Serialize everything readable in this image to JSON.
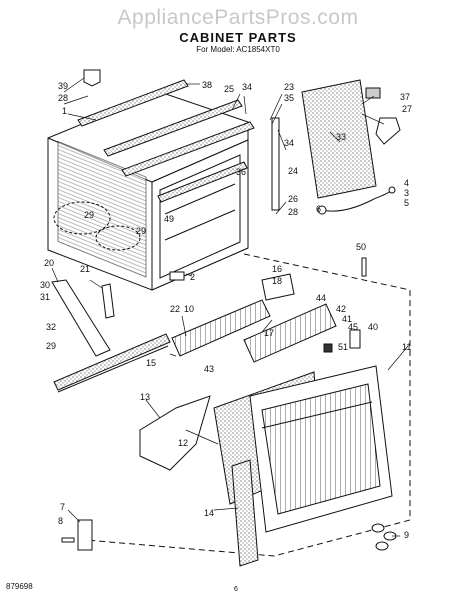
{
  "watermark": "AppliancePartsPros.com",
  "title": "CABINET PARTS",
  "model_line": "For Model: AC1854XT0",
  "figure_number": "879698",
  "page_number": "6",
  "colors": {
    "line": "#111111",
    "watermark": "#c8c8c8",
    "mesh": "#888888"
  },
  "callouts": [
    {
      "id": "39",
      "text": "39",
      "side": "left"
    },
    {
      "id": "28a",
      "text": "28",
      "side": "left"
    },
    {
      "id": "1",
      "text": "1",
      "side": "left"
    },
    {
      "id": "38",
      "text": "38",
      "side": "right"
    },
    {
      "id": "25",
      "text": "25",
      "side": "right"
    },
    {
      "id": "34a",
      "text": "34",
      "side": "right"
    },
    {
      "id": "23",
      "text": "23",
      "side": "right"
    },
    {
      "id": "35",
      "text": "35",
      "side": "right"
    },
    {
      "id": "37",
      "text": "37",
      "side": "right"
    },
    {
      "id": "27",
      "text": "27",
      "side": "right"
    },
    {
      "id": "33",
      "text": "33",
      "side": "right"
    },
    {
      "id": "34b",
      "text": "34",
      "side": "right"
    },
    {
      "id": "36",
      "text": "36",
      "side": "right"
    },
    {
      "id": "24",
      "text": "24",
      "side": "right"
    },
    {
      "id": "26",
      "text": "26",
      "side": "right"
    },
    {
      "id": "28b",
      "text": "28",
      "side": "right"
    },
    {
      "id": "6",
      "text": "6",
      "side": "right"
    },
    {
      "id": "4",
      "text": "4",
      "side": "right"
    },
    {
      "id": "3",
      "text": "3",
      "side": "right"
    },
    {
      "id": "5",
      "text": "5",
      "side": "right"
    },
    {
      "id": "49",
      "text": "49",
      "side": "right"
    },
    {
      "id": "29a",
      "text": "29",
      "side": "right"
    },
    {
      "id": "29b",
      "text": "29",
      "side": "right"
    },
    {
      "id": "2",
      "text": "2",
      "side": "right"
    },
    {
      "id": "50",
      "text": "50",
      "side": "right"
    },
    {
      "id": "20",
      "text": "20",
      "side": "left"
    },
    {
      "id": "30",
      "text": "30",
      "side": "left"
    },
    {
      "id": "31",
      "text": "31",
      "side": "left"
    },
    {
      "id": "32",
      "text": "32",
      "side": "left"
    },
    {
      "id": "29c",
      "text": "29",
      "side": "left"
    },
    {
      "id": "21",
      "text": "21",
      "side": "left"
    },
    {
      "id": "22",
      "text": "22",
      "side": "right"
    },
    {
      "id": "10",
      "text": "10",
      "side": "right"
    },
    {
      "id": "16",
      "text": "16",
      "side": "right"
    },
    {
      "id": "18",
      "text": "18",
      "side": "right"
    },
    {
      "id": "44",
      "text": "44",
      "side": "right"
    },
    {
      "id": "42",
      "text": "42",
      "side": "right"
    },
    {
      "id": "41",
      "text": "41",
      "side": "right"
    },
    {
      "id": "45",
      "text": "45",
      "side": "right"
    },
    {
      "id": "40",
      "text": "40",
      "side": "right"
    },
    {
      "id": "17",
      "text": "17",
      "side": "right"
    },
    {
      "id": "51",
      "text": "51",
      "side": "right"
    },
    {
      "id": "11",
      "text": "11",
      "side": "right"
    },
    {
      "id": "15",
      "text": "15",
      "side": "left"
    },
    {
      "id": "43",
      "text": "43",
      "side": "left"
    },
    {
      "id": "13",
      "text": "13",
      "side": "left"
    },
    {
      "id": "12",
      "text": "12",
      "side": "left"
    },
    {
      "id": "14",
      "text": "14",
      "side": "left"
    },
    {
      "id": "7",
      "text": "7",
      "side": "left"
    },
    {
      "id": "8",
      "text": "8",
      "side": "left"
    },
    {
      "id": "9",
      "text": "9",
      "side": "right"
    }
  ]
}
